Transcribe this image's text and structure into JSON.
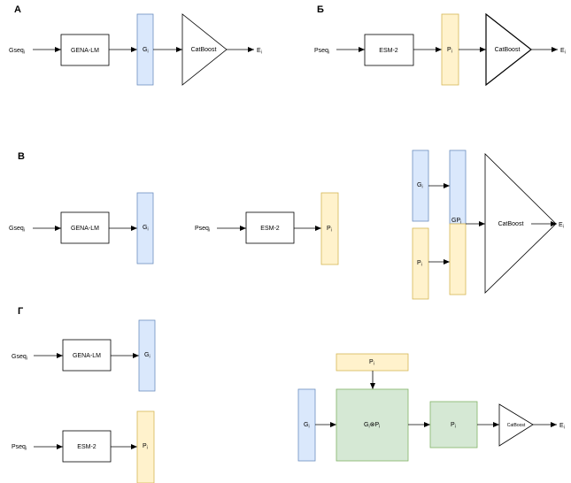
{
  "colors": {
    "blue_fill": "#dae8fc",
    "blue_stroke": "#6c8ebf",
    "yellow_fill": "#fff2cc",
    "yellow_stroke": "#d6b656",
    "green_fill": "#d5e8d4",
    "green_stroke": "#82b366",
    "line": "#000000",
    "box_fill": "#ffffff"
  },
  "panels": {
    "A": {
      "letter": "А",
      "input": {
        "main": "Gseq",
        "sub": "i"
      },
      "model": "GENA-LM",
      "embedding": {
        "main": "G",
        "sub": "i"
      },
      "regressor": "CatBoost",
      "output": {
        "main": "E",
        "sub": "i"
      }
    },
    "B": {
      "letter": "Б",
      "input": {
        "main": "Pseq",
        "sub": "i"
      },
      "model": "ESM-2",
      "embedding": {
        "main": "P",
        "sub": "i"
      },
      "regressor": "CatBoost",
      "output": {
        "main": "E",
        "sub": "i"
      }
    },
    "C": {
      "letter": "В",
      "dna_input": {
        "main": "Gseq",
        "sub": "i"
      },
      "dna_model": "GENA-LM",
      "dna_embedding": {
        "main": "G",
        "sub": "i"
      },
      "protein_input": {
        "main": "Pseq",
        "sub": "i"
      },
      "protein_model": "ESM-2",
      "protein_embedding": {
        "main": "P",
        "sub": "i"
      },
      "concat_dna": {
        "main": "G",
        "sub": "i"
      },
      "concat_protein": {
        "main": "P",
        "sub": "i"
      },
      "concat_label": {
        "main": "GP",
        "sub": "i"
      },
      "regressor": "CatBoost",
      "output": {
        "main": "E",
        "sub": "i"
      }
    },
    "D": {
      "letter": "Г",
      "dna_input": {
        "main": "Gseq",
        "sub": "i"
      },
      "dna_model": "GENA-LM",
      "dna_embedding": {
        "main": "G",
        "sub": "i"
      },
      "protein_input": {
        "main": "Pseq",
        "sub": "i"
      },
      "protein_model": "ESM-2",
      "protein_embedding": {
        "main": "P",
        "sub": "i"
      },
      "side_input": {
        "main": "G",
        "sub": "i"
      },
      "top_input": {
        "main": "P",
        "sub": "i"
      },
      "product": {
        "g": "G",
        "g_sub": "i",
        "op": "⊗",
        "p": "P",
        "p_sub": "i"
      },
      "projection": {
        "main": "P",
        "sub": "i"
      },
      "regressor": "CatBoost",
      "output": {
        "main": "E",
        "sub": "i"
      }
    }
  }
}
